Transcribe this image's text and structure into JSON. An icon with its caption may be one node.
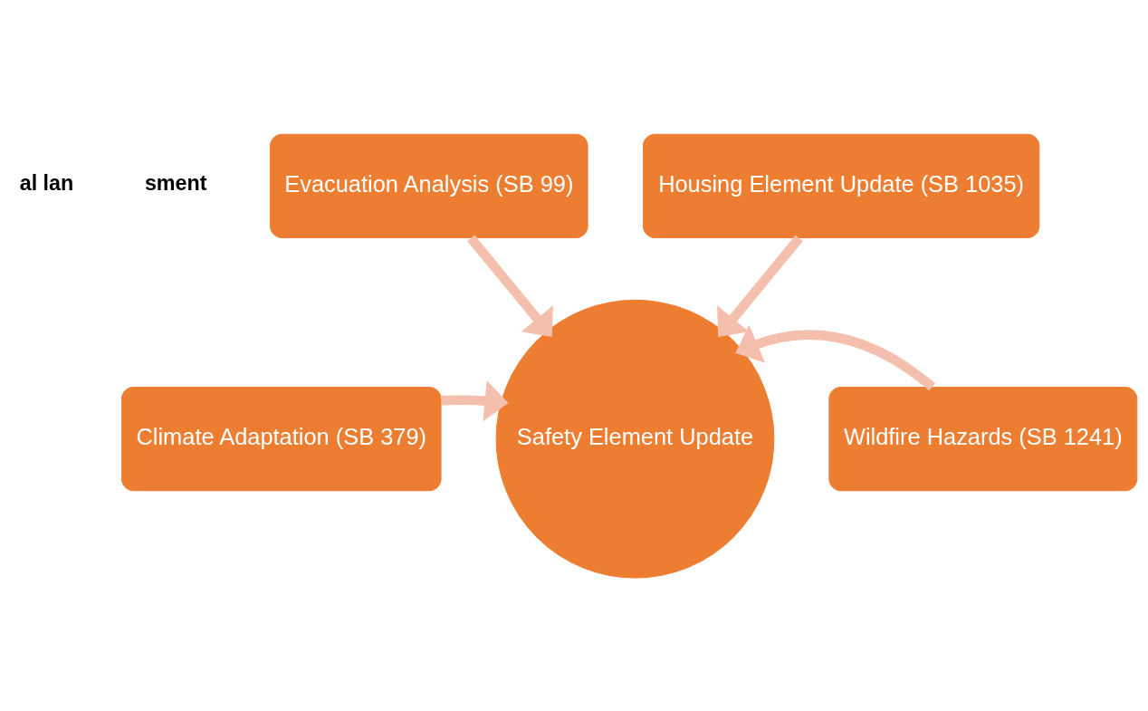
{
  "diagram": {
    "nodes": [
      {
        "text": [
          "Evacuation Analysis (SB 99)"
        ]
      },
      {
        "text": [
          "Housing Element Update (SB 1035)"
        ]
      },
      {
        "text": [
          "Climate Adaptation (SB 379)"
        ]
      },
      {
        "text": [
          "Safety Element Update"
        ]
      },
      {
        "text": [
          "Wildfire Hazards (SB 1241)"
        ]
      }
    ],
    "edges": [
      {
        "from": 0,
        "to": 3,
        "arrow": "to"
      },
      {
        "from": 1,
        "to": 3,
        "arrow": "to"
      },
      {
        "from": 2,
        "to": 3,
        "arrow": "to"
      },
      {
        "from": 4,
        "to": 3,
        "arrow": "to"
      }
    ],
    "labels": [
      "al lan",
      "sment"
    ]
  }
}
